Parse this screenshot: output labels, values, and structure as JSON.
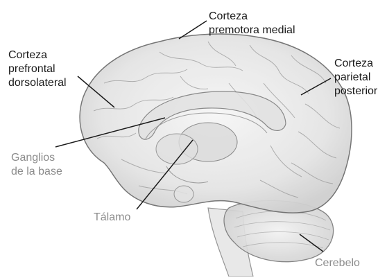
{
  "colors": {
    "label_dark": "#1a1a1a",
    "label_grey": "#8c8c8c",
    "leader_dark": "#1a1a1a",
    "leader_grey": "#8c8c8c",
    "brain_outline": "#6e6e6e",
    "brain_fill": "#e9e9e9"
  },
  "labels": {
    "premotor": {
      "line1": "Corteza",
      "line2": "premotora medial"
    },
    "prefrontal": {
      "line1": "Corteza",
      "line2": "prefrontal",
      "line3": "dorsolateral"
    },
    "parietal": {
      "line1": "Corteza",
      "line2": "parietal",
      "line3": "posterior"
    },
    "basal_ganglia": {
      "line1": "Ganglios",
      "line2": "de la base"
    },
    "thalamus": {
      "line1": "Tálamo"
    },
    "cerebellum": {
      "line1": "Cerebelo"
    }
  }
}
